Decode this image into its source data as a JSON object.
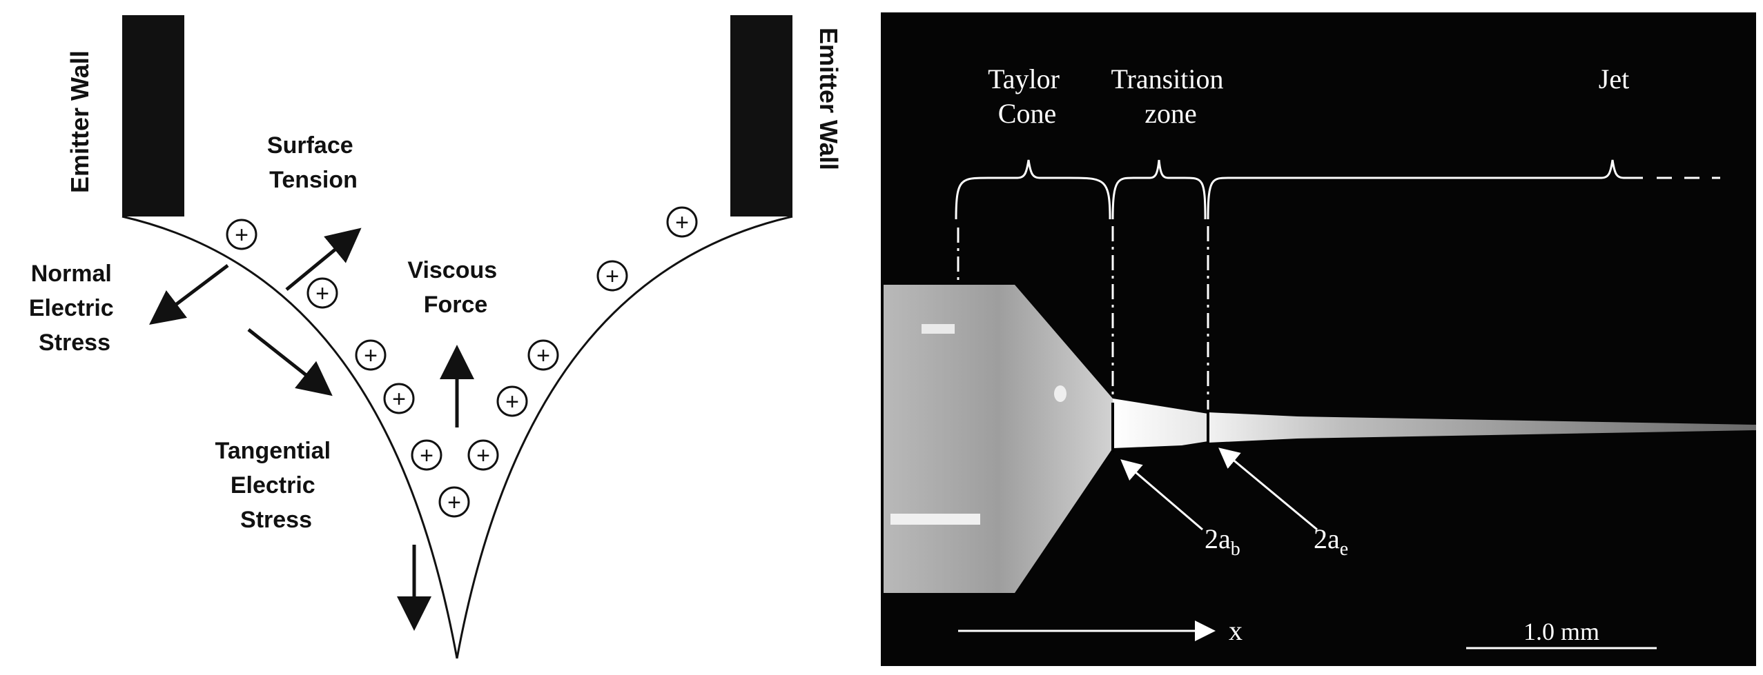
{
  "left_panel": {
    "wall_left_label": "Emitter Wall",
    "wall_right_label": "Emitter Wall",
    "surface_tension": [
      "Surface",
      "Tension"
    ],
    "normal_stress": [
      "Normal",
      "Electric",
      "Stress"
    ],
    "viscous_force": [
      "Viscous",
      "Force"
    ],
    "tangential_stress": [
      "Tangential",
      "Electric",
      "Stress"
    ],
    "charge_symbol": "+"
  },
  "right_panel": {
    "taylor_cone": [
      "Taylor",
      "Cone"
    ],
    "transition_zone": [
      "Transition",
      "zone"
    ],
    "jet": "Jet",
    "diameter_base": {
      "main": "2a",
      "sub": "b"
    },
    "diameter_end": {
      "main": "2a",
      "sub": "e"
    },
    "axis_label": "x",
    "scale_bar_label": "1.0 mm",
    "colors": {
      "background": "#050505",
      "foreground": "#ffffff"
    }
  }
}
